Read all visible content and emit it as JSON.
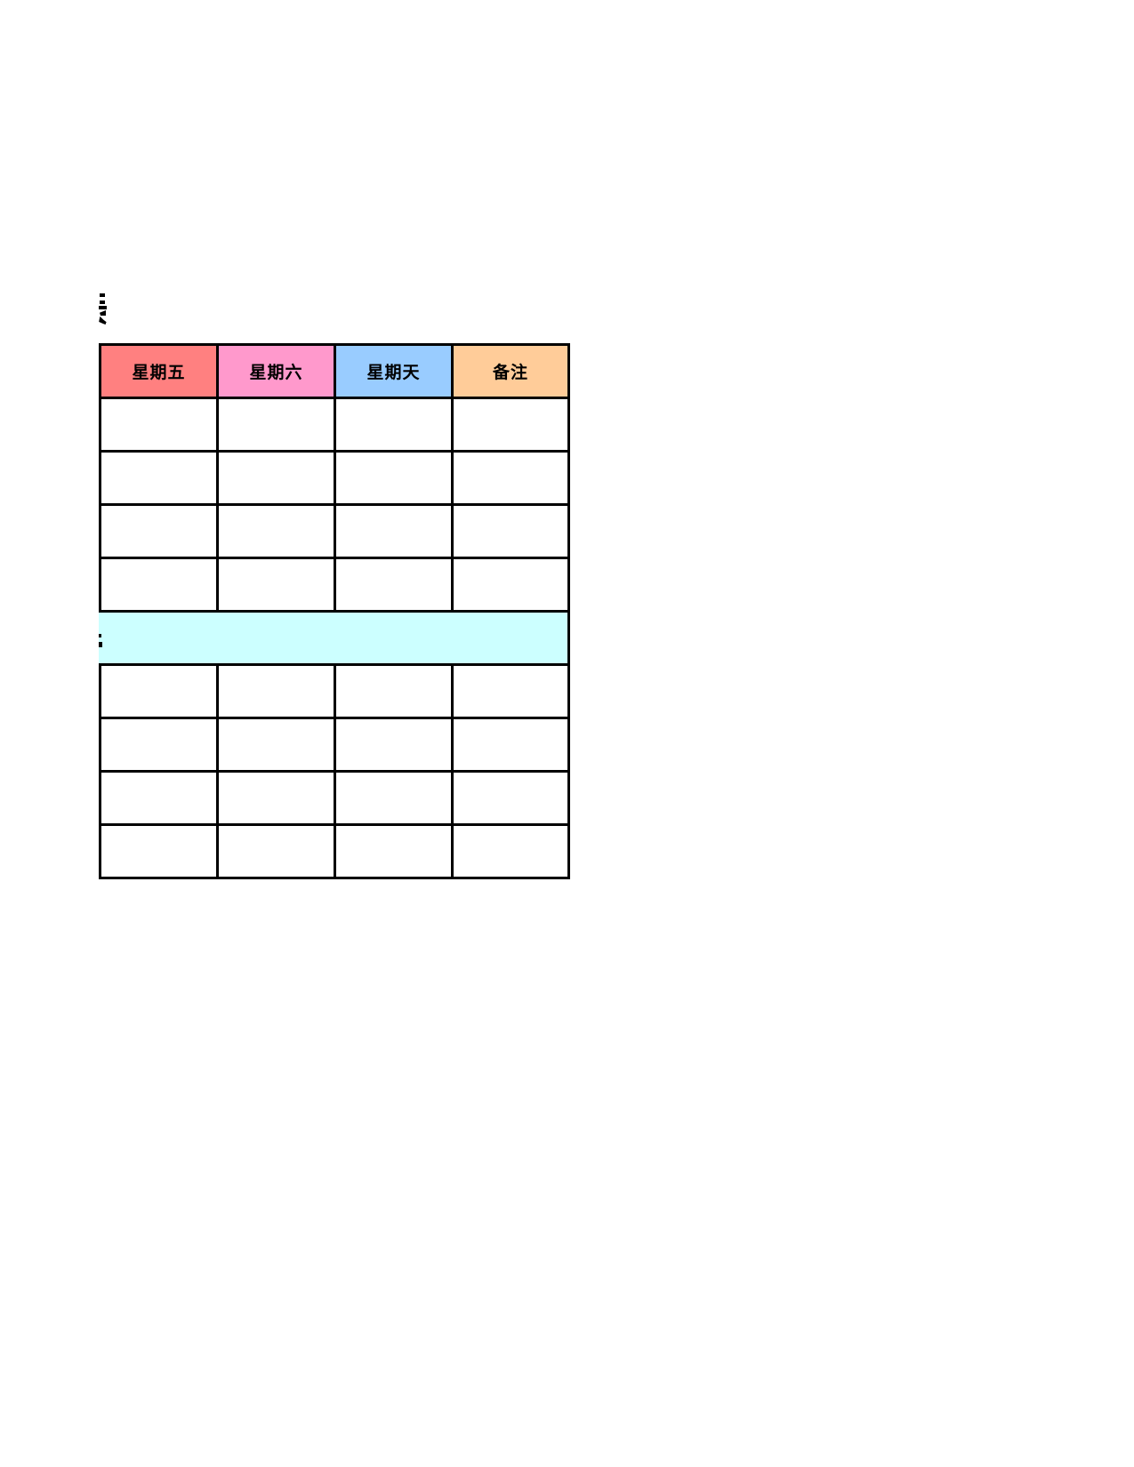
{
  "page": {
    "background_color": "#FFFFFF"
  },
  "artifacts": {
    "top_left_fragment": "clipped-text-fragment",
    "divider_left_fragment": "clipped-text-fragment"
  },
  "table": {
    "border_color": "#000000",
    "cell_background": "#FFFFFF",
    "headers": [
      {
        "label": "星期五",
        "bg": "#FF8080"
      },
      {
        "label": "星期六",
        "bg": "#FF99CC"
      },
      {
        "label": "星期天",
        "bg": "#99CCFF"
      },
      {
        "label": "备注",
        "bg": "#FFCC99"
      }
    ],
    "body_rows_top": [
      [
        "",
        "",
        "",
        ""
      ],
      [
        "",
        "",
        "",
        ""
      ],
      [
        "",
        "",
        "",
        ""
      ],
      [
        "",
        "",
        "",
        ""
      ]
    ],
    "divider": {
      "text": "",
      "bg": "#CCFFFF"
    },
    "body_rows_bottom": [
      [
        "",
        "",
        "",
        ""
      ],
      [
        "",
        "",
        "",
        ""
      ],
      [
        "",
        "",
        "",
        ""
      ],
      [
        "",
        "",
        "",
        ""
      ]
    ]
  }
}
